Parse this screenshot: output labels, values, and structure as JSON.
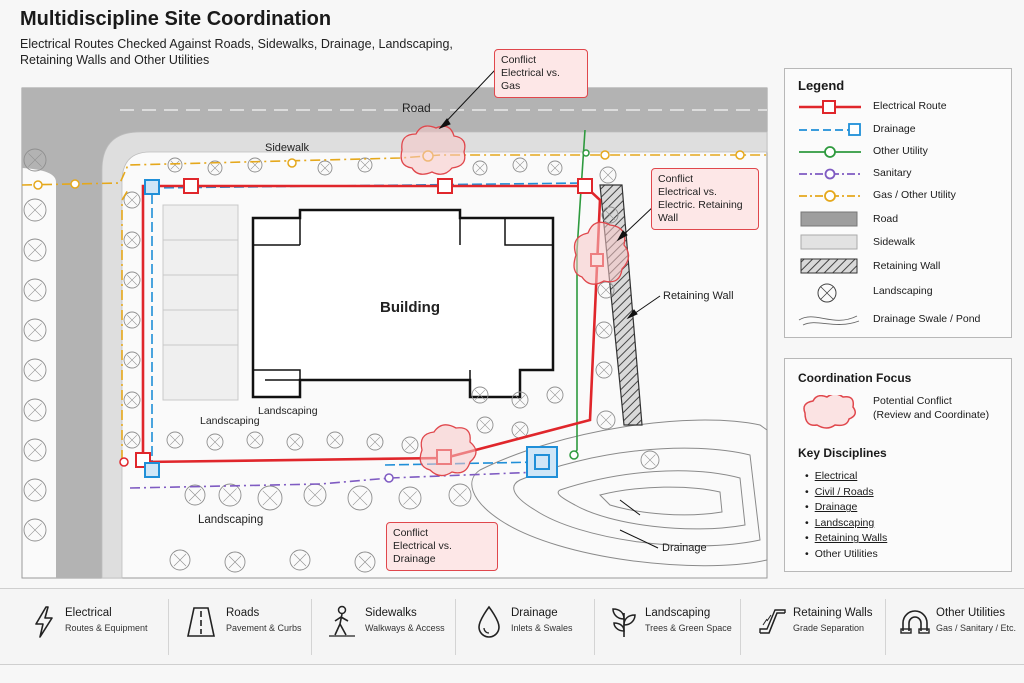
{
  "header": {
    "title": "Multidiscipline Site Coordination",
    "subtitle": "Electrical Routes Checked Against Roads, Sidewalks, Drainage, Landscaping, Retaining Walls and Other Utilities"
  },
  "plan": {
    "road_label": "Road",
    "sidewalk_label": "Sidewalk",
    "building_label": "Building",
    "retaining_wall_label": "Retaining Wall",
    "landscaping_label_1": "Landscaping",
    "landscaping_label_2": "Landscaping",
    "landscaping_label_3": "Landscaping",
    "drainage_label": "Drainage"
  },
  "callouts": {
    "gas": {
      "line1": "Conflict",
      "line2": "Electrical vs. Gas"
    },
    "wall": {
      "line1": "Conflict",
      "line2": "Electrical vs.",
      "line3": "Electric. Retaining Wall"
    },
    "drainage": {
      "line1": "Conflict",
      "line2": "Electrical vs. Drainage"
    }
  },
  "legend": {
    "title": "Legend",
    "items": [
      {
        "label": "Electrical Route",
        "symbol": "electrical-route",
        "color": "#e0262b"
      },
      {
        "label": "Drainage",
        "symbol": "drainage",
        "color": "#1f8fd8"
      },
      {
        "label": "Other Utility",
        "symbol": "other-utility",
        "color": "#2e9a3e"
      },
      {
        "label": "Sanitary",
        "symbol": "sanitary",
        "color": "#7f5bc2"
      },
      {
        "label": "Gas / Other Utility",
        "symbol": "gas",
        "color": "#e5a81c"
      },
      {
        "label": "Road",
        "symbol": "road-swatch",
        "color": "#9e9e9e"
      },
      {
        "label": "Sidewalk",
        "symbol": "sidewalk-swatch",
        "color": "#e2e2e2"
      },
      {
        "label": "Retaining Wall",
        "symbol": "retaining-wall-swatch",
        "color": "#555555"
      },
      {
        "label": "Landscaping",
        "symbol": "tree-icon",
        "color": "#444444"
      },
      {
        "label": "Drainage Swale / Pond",
        "symbol": "swale-icon",
        "color": "#666666"
      }
    ]
  },
  "focus": {
    "title": "Coordination Focus",
    "conflict_line1": "Potential Conflict",
    "conflict_line2": "(Review and Coordinate)",
    "conflict_color": "#e0474c"
  },
  "key_disciplines": {
    "title": "Key Disciplines",
    "items": [
      "Electrical",
      "Civil / Roads",
      "Drainage",
      "Landscaping",
      "Retaining Walls",
      "Other Utilities"
    ]
  },
  "bottom_bar": [
    {
      "name": "Electrical",
      "sub": "Routes & Equipment",
      "icon": "lightning-icon"
    },
    {
      "name": "Roads",
      "sub": "Pavement & Curbs",
      "icon": "road-icon"
    },
    {
      "name": "Sidewalks",
      "sub": "Walkways & Access",
      "icon": "pedestrian-icon"
    },
    {
      "name": "Drainage",
      "sub": "Inlets & Swales",
      "icon": "water-drop-icon"
    },
    {
      "name": "Landscaping",
      "sub": "Trees & Green Space",
      "icon": "leaf-icon"
    },
    {
      "name": "Retaining Walls",
      "sub": "Grade Separation",
      "icon": "retaining-wall-icon"
    },
    {
      "name": "Other Utilities",
      "sub": "Gas / Sanitary / Etc.",
      "icon": "pipe-icon"
    }
  ]
}
